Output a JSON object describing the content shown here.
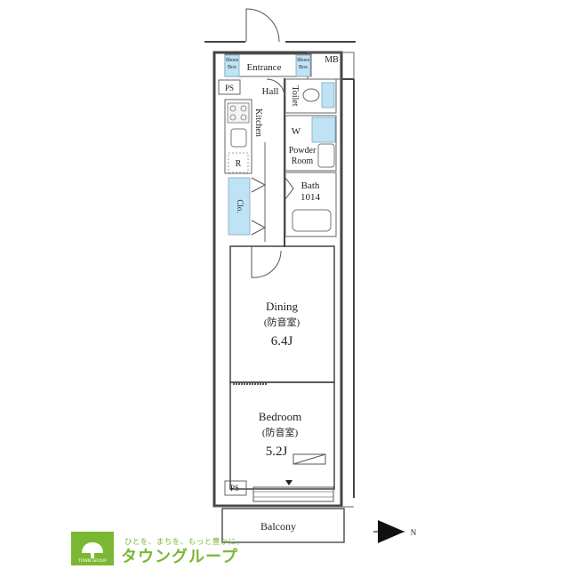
{
  "rooms": {
    "entrance": "Entrance",
    "shoes_box_left": [
      "Shoes",
      "Box"
    ],
    "shoes_box_right": [
      "Shoes",
      "Box"
    ],
    "mb": "MB",
    "ps_top": "PS",
    "hall": "Hall",
    "toilet": "Toilet",
    "kitchen": "Kitchen",
    "w": "W",
    "powder_room": [
      "Powder",
      "Room"
    ],
    "refrigerator": "R",
    "closet": "Clo.",
    "bath": [
      "Bath",
      "1014"
    ],
    "dining": "Dining",
    "dining_note": "(防音室)",
    "dining_size": "6.4J",
    "bedroom": "Bedroom",
    "bedroom_note": "(防音室)",
    "bedroom_size": "5.2J",
    "ps_bottom": "PS",
    "balcony": "Balcony"
  },
  "compass": {
    "label": "N"
  },
  "logo": {
    "tagline": "ひとを、まちを、もっと豊かに。",
    "brand": "タウングループ",
    "sub": "TOWN GROUP"
  }
}
